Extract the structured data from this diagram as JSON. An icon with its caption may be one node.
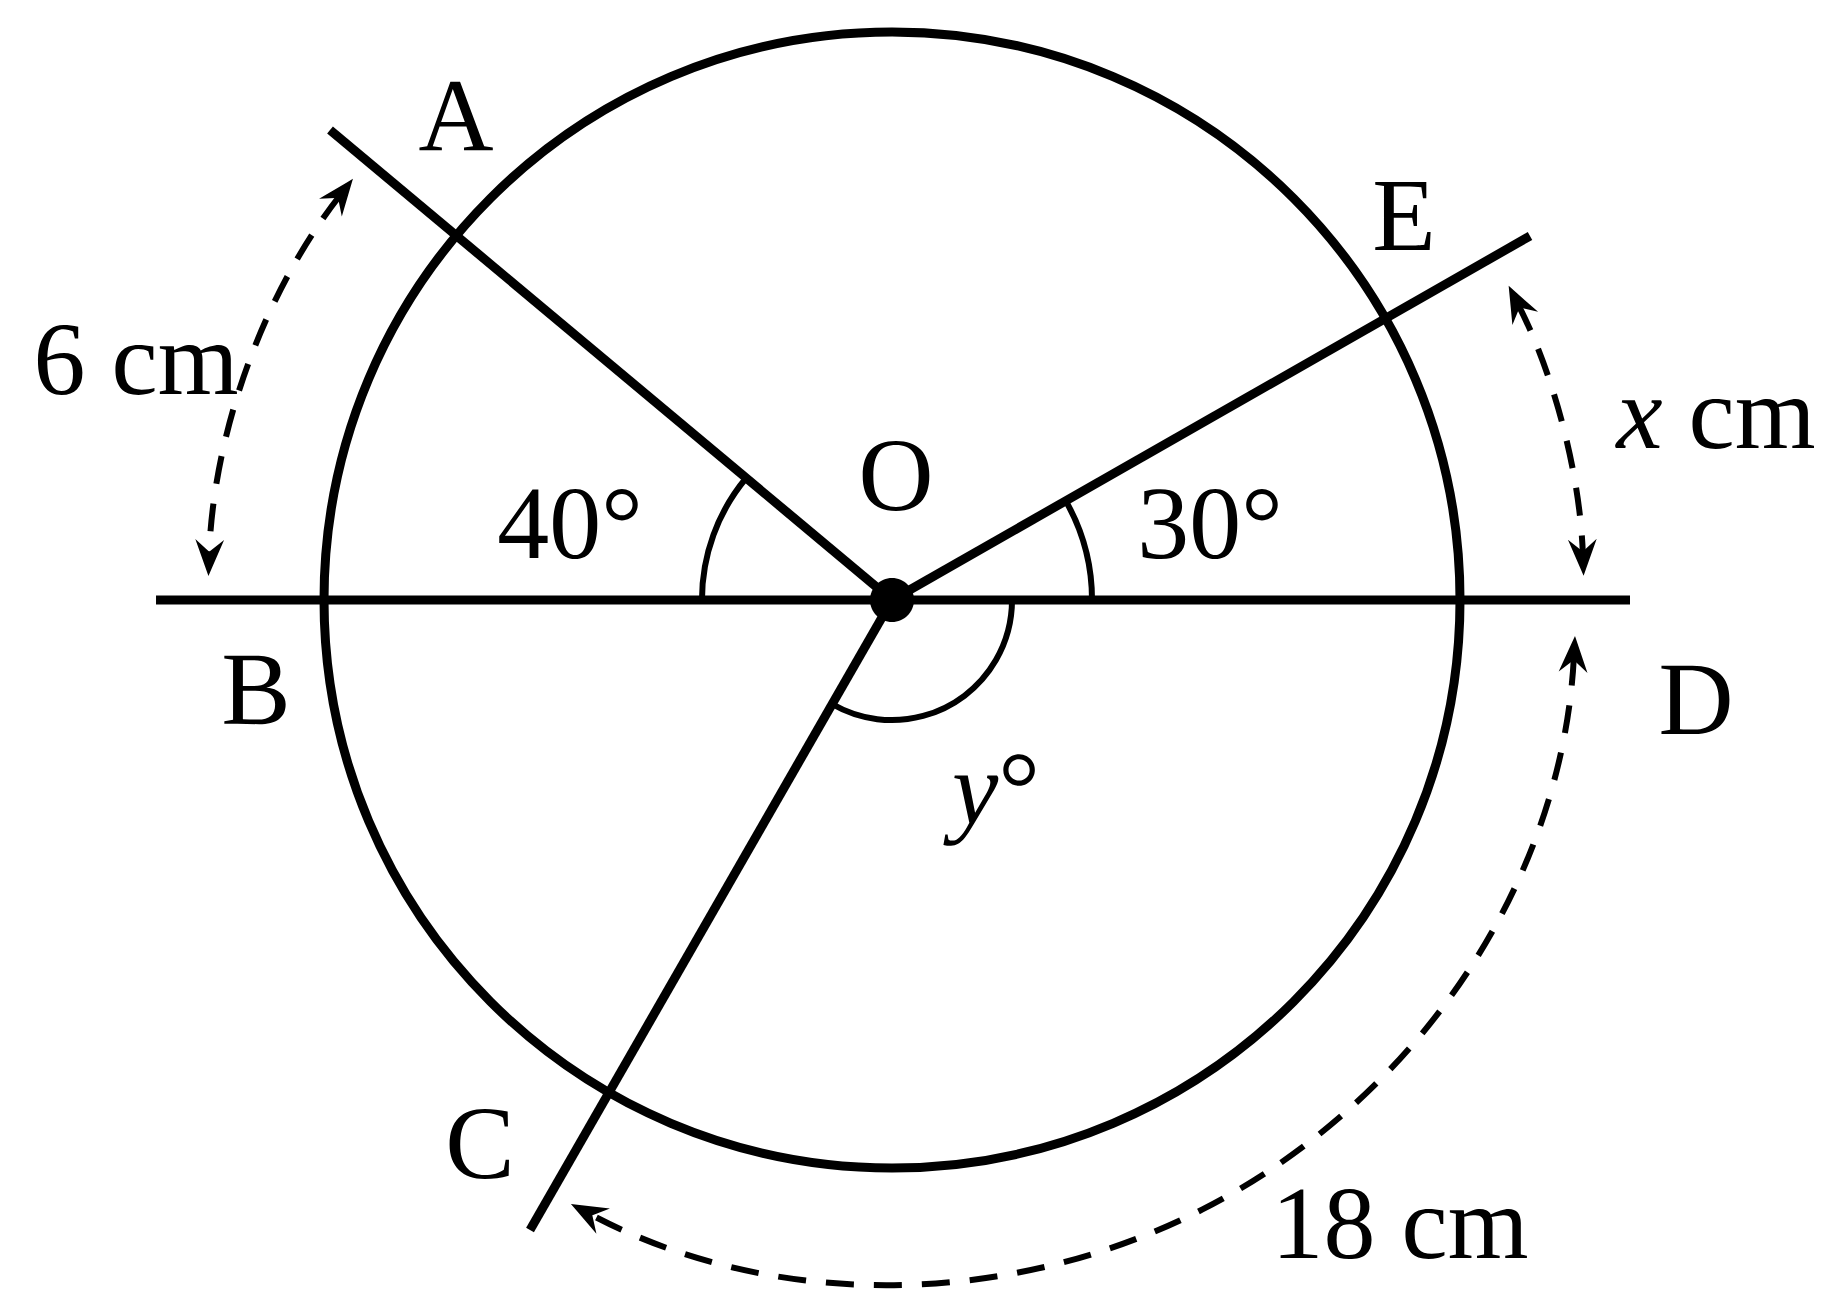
{
  "diagram": {
    "labels": [
      "A",
      "E",
      "6 cm",
      "*x* cm",
      "40°",
      "O",
      "30°",
      "B",
      "D",
      "*y*°",
      "C",
      "18 cm"
    ]
  }
}
